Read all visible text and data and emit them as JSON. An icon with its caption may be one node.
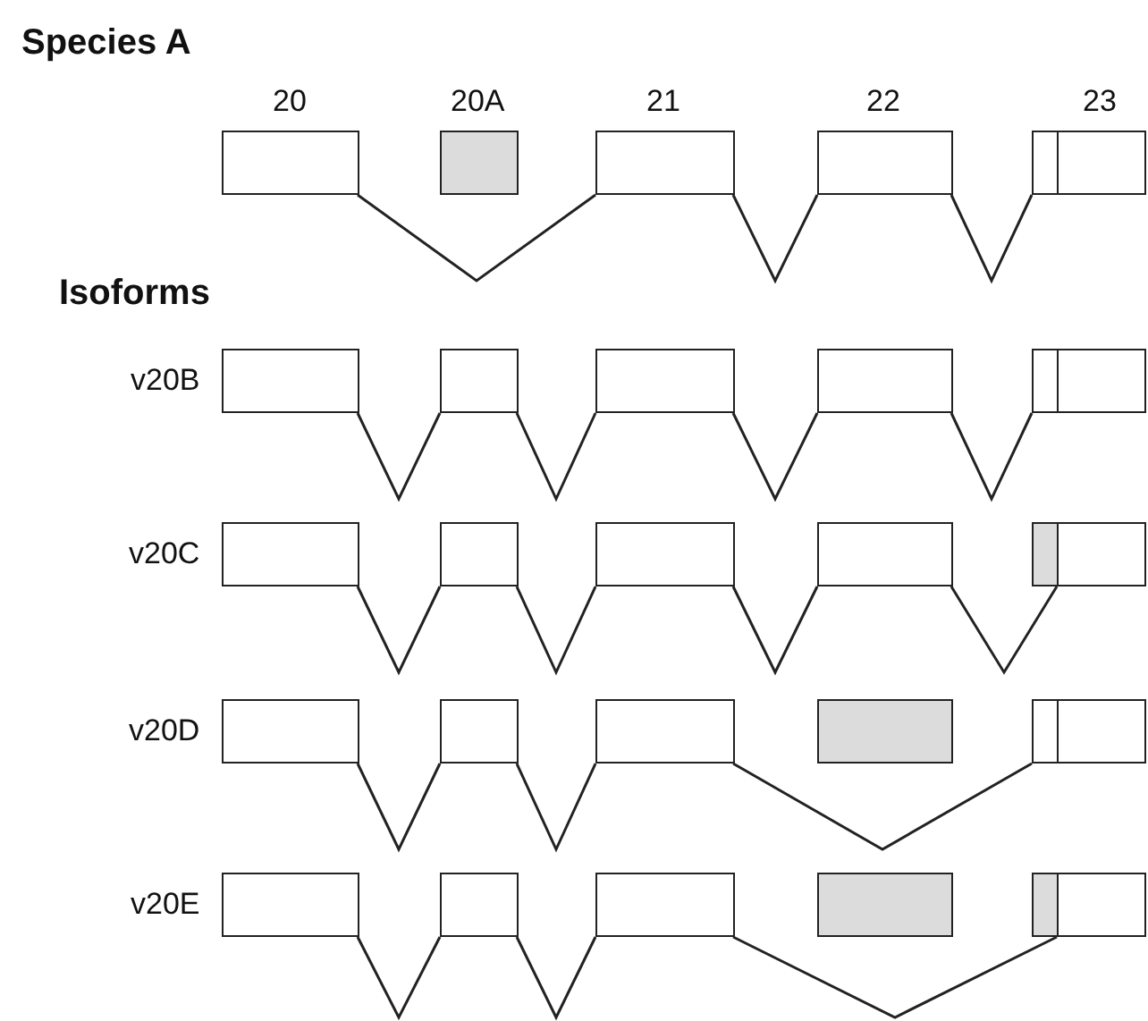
{
  "diagram": {
    "nodes": [
      {
        "text": [],
        "shape": "box"
      },
      {
        "text": [],
        "shape": "box"
      },
      {
        "text": [],
        "shape": "box"
      },
      {
        "text": [],
        "shape": "box"
      },
      {
        "text": [],
        "shape": "box"
      },
      {
        "text": [],
        "shape": "box"
      },
      {
        "text": [],
        "shape": "box"
      },
      {
        "text": [],
        "shape": "box"
      },
      {
        "text": [],
        "shape": "box"
      },
      {
        "text": [],
        "shape": "box"
      },
      {
        "text": [],
        "shape": "box"
      },
      {
        "text": [],
        "shape": "box"
      },
      {
        "text": [],
        "shape": "box"
      },
      {
        "text": [],
        "shape": "box"
      },
      {
        "text": [],
        "shape": "box"
      },
      {
        "text": [],
        "shape": "box"
      },
      {
        "text": [],
        "shape": "box"
      },
      {
        "text": [],
        "shape": "box"
      },
      {
        "text": [],
        "shape": "box"
      },
      {
        "text": [],
        "shape": "box"
      },
      {
        "text": [],
        "shape": "box"
      },
      {
        "text": [],
        "shape": "box"
      },
      {
        "text": [],
        "shape": "box"
      },
      {
        "text": [],
        "shape": "box"
      },
      {
        "text": [],
        "shape": "box"
      },
      {
        "text": [],
        "shape": "box"
      },
      {
        "text": [],
        "shape": "box"
      },
      {
        "text": [],
        "shape": "box"
      },
      {
        "text": [],
        "shape": "box"
      },
      {
        "text": [],
        "shape": "box"
      }
    ],
    "edges": [
      {
        "from": 0,
        "to": 2,
        "arrow": "none"
      },
      {
        "from": 2,
        "to": 3,
        "arrow": "none"
      },
      {
        "from": 3,
        "to": 4,
        "arrow": "none"
      },
      {
        "from": 6,
        "to": 7,
        "arrow": "none"
      },
      {
        "from": 7,
        "to": 8,
        "arrow": "none"
      },
      {
        "from": 8,
        "to": 9,
        "arrow": "none"
      },
      {
        "from": 9,
        "to": 10,
        "arrow": "none"
      },
      {
        "from": 12,
        "to": 13,
        "arrow": "none"
      },
      {
        "from": 13,
        "to": 14,
        "arrow": "none"
      },
      {
        "from": 14,
        "to": 15,
        "arrow": "none"
      },
      {
        "from": 15,
        "to": 17,
        "arrow": "none"
      },
      {
        "from": 18,
        "to": 19,
        "arrow": "none"
      },
      {
        "from": 19,
        "to": 20,
        "arrow": "none"
      },
      {
        "from": 20,
        "to": 22,
        "arrow": "none"
      },
      {
        "from": 24,
        "to": 25,
        "arrow": "none"
      },
      {
        "from": 25,
        "to": 26,
        "arrow": "none"
      },
      {
        "from": 26,
        "to": 29,
        "arrow": "none"
      }
    ],
    "labels": [
      "Species A",
      "20",
      "20A",
      "21",
      "22",
      "23",
      "Isoforms",
      "v20B",
      "v20C",
      "v20D",
      "v20E"
    ]
  }
}
